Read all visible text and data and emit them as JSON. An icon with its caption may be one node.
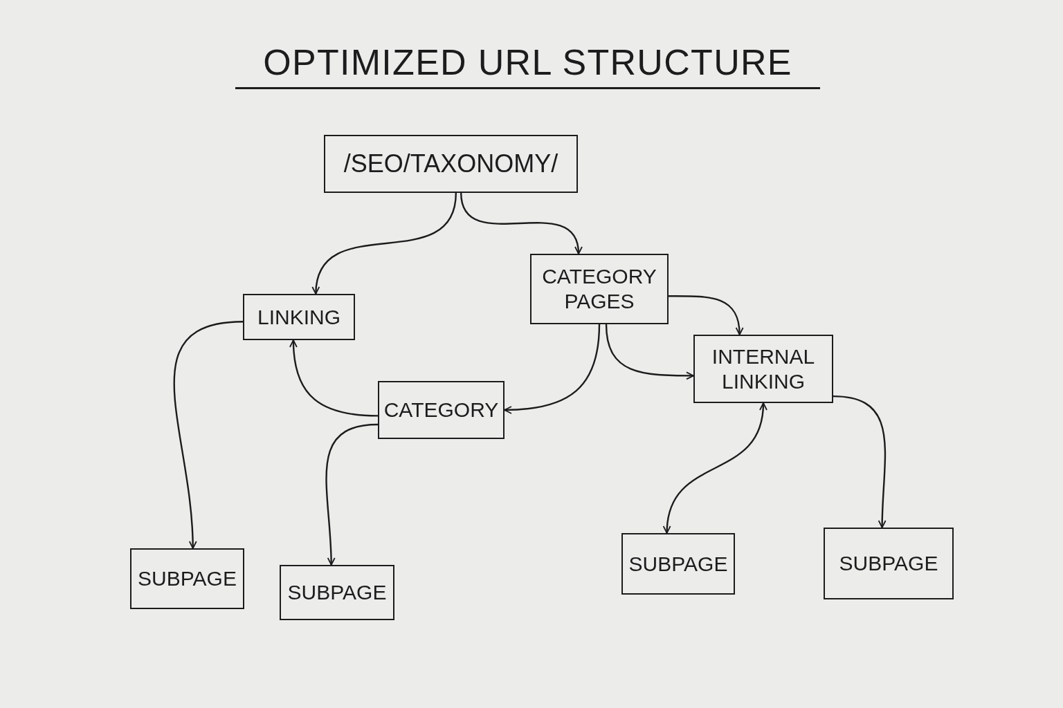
{
  "diagram": {
    "title": "OPTIMIZED URL STRUCTURE",
    "nodes": [
      {
        "text": [
          "/SEO/TAXONOMY/"
        ]
      },
      {
        "text": [
          "LINKING"
        ]
      },
      {
        "text": [
          "CATEGORY PAGES"
        ]
      },
      {
        "text": [
          "INTERNAL LINKING"
        ]
      },
      {
        "text": [
          "CATEGORY"
        ]
      },
      {
        "text": [
          "SUBPAGE"
        ]
      },
      {
        "text": [
          "SUBPAGE"
        ]
      },
      {
        "text": [
          "SUBPAGE"
        ]
      },
      {
        "text": [
          "SUBPAGE"
        ]
      }
    ],
    "edges": [
      {
        "from": 0,
        "to": 1,
        "arrow": "to"
      },
      {
        "from": 0,
        "to": 2,
        "arrow": "to"
      },
      {
        "from": 2,
        "to": 3,
        "arrow": "to"
      },
      {
        "from": 2,
        "to": 4,
        "arrow": "to"
      },
      {
        "from": 2,
        "to": 3,
        "arrow": "to"
      },
      {
        "from": 4,
        "to": 1,
        "arrow": "to"
      },
      {
        "from": 1,
        "to": 5,
        "arrow": "to"
      },
      {
        "from": 4,
        "to": 6,
        "arrow": "to"
      },
      {
        "from": 3,
        "to": 7,
        "arrow": "both"
      },
      {
        "from": 3,
        "to": 8,
        "arrow": "to"
      }
    ]
  }
}
